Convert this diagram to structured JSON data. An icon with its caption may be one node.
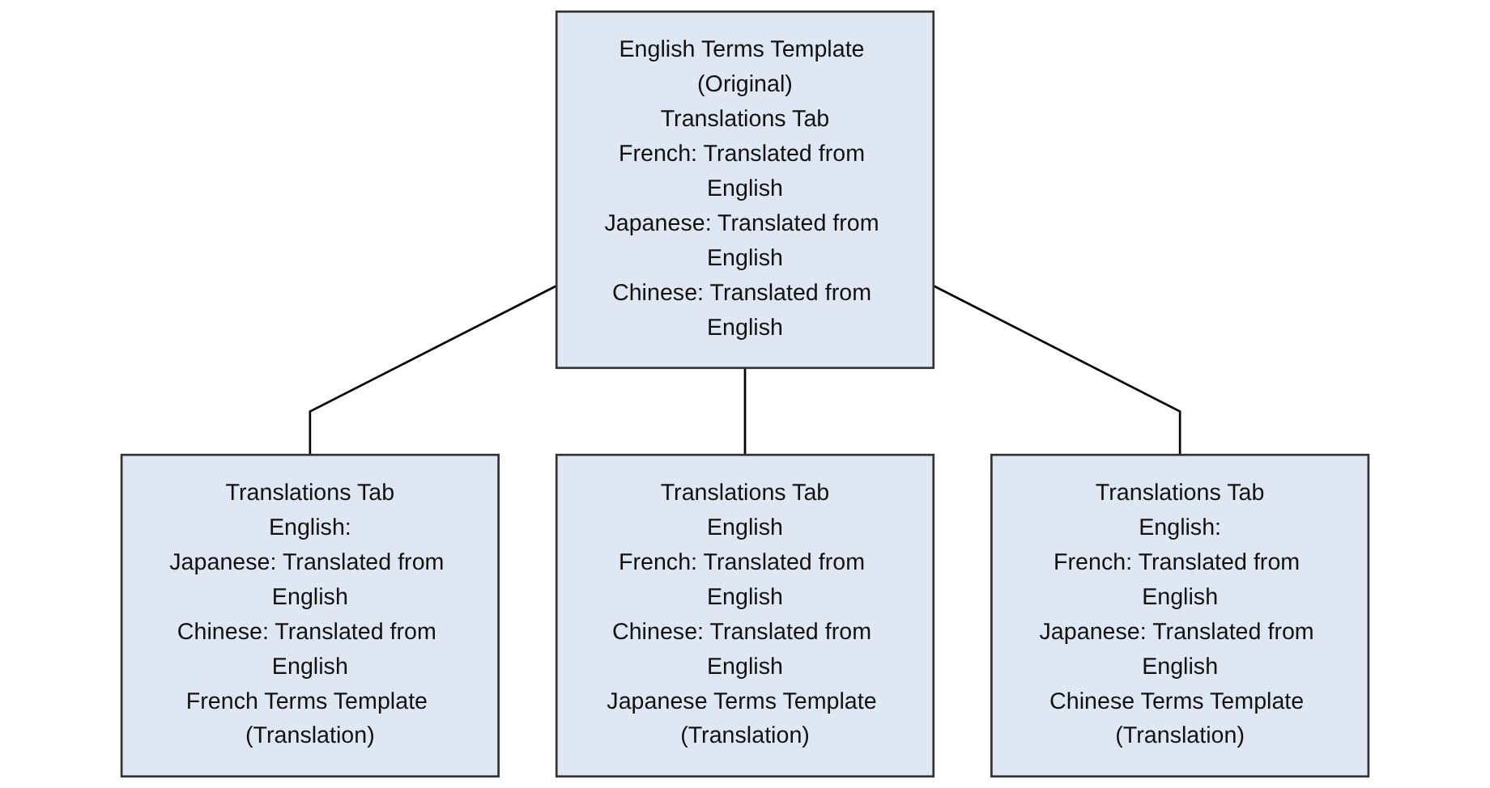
{
  "diagram": {
    "nodes": [
      {
        "text": [
          "English Terms Template (Original)",
          "Translations Tab",
          "French: Translated from English",
          "Japanese: Translated from English",
          "Chinese: Translated from English"
        ]
      },
      {
        "text": [
          "Translations Tab",
          "English:",
          "Japanese: Translated from English",
          "Chinese: Translated from English",
          "French Terms Template (Translation)"
        ]
      },
      {
        "text": [
          "Translations Tab",
          "English",
          "French: Translated from English",
          "Chinese: Translated from English",
          "Japanese Terms Template (Translation)"
        ]
      },
      {
        "text": [
          "Translations Tab",
          "English:",
          "French: Translated from English",
          "Japanese: Translated from English",
          "Chinese Terms Template (Translation)"
        ]
      }
    ],
    "edges": [
      {
        "from": 0,
        "to": 1,
        "arrow": "none"
      },
      {
        "from": 0,
        "to": 2,
        "arrow": "none"
      },
      {
        "from": 0,
        "to": 3,
        "arrow": "none"
      }
    ]
  }
}
